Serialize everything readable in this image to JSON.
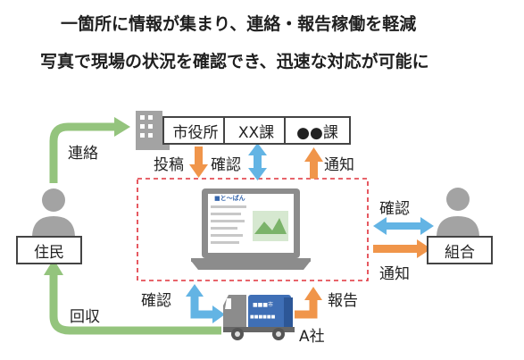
{
  "headlines": {
    "line1": "一箇所に情報が集まり、連絡・報告稼働を軽減",
    "line2": "写真で現場の状況を確認でき、迅速な対応が可能に"
  },
  "city_hall": {
    "departments": [
      "市役所",
      "XX課",
      "●●課"
    ]
  },
  "resident_label": "住民",
  "union_label": "組合",
  "company_label": "A社",
  "flows": {
    "resident_to_city": "連絡",
    "collection": "回収",
    "city_post": "投稿",
    "city_check": "確認",
    "city_notify": "通知",
    "union_check": "確認",
    "union_notify": "通知",
    "company_check": "確認",
    "company_report": "報告"
  },
  "truck_text": {
    "line1": "■■■市",
    "line2": "■■■■■■"
  },
  "screen": {
    "app_name": "■と～ぱん"
  },
  "colors": {
    "green": "#94c47d",
    "orange": "#f0954a",
    "blue": "#63b4e4",
    "gray": "#8c8c8c",
    "highlight": "#f6d86b",
    "dash_red": "#e0303a"
  }
}
